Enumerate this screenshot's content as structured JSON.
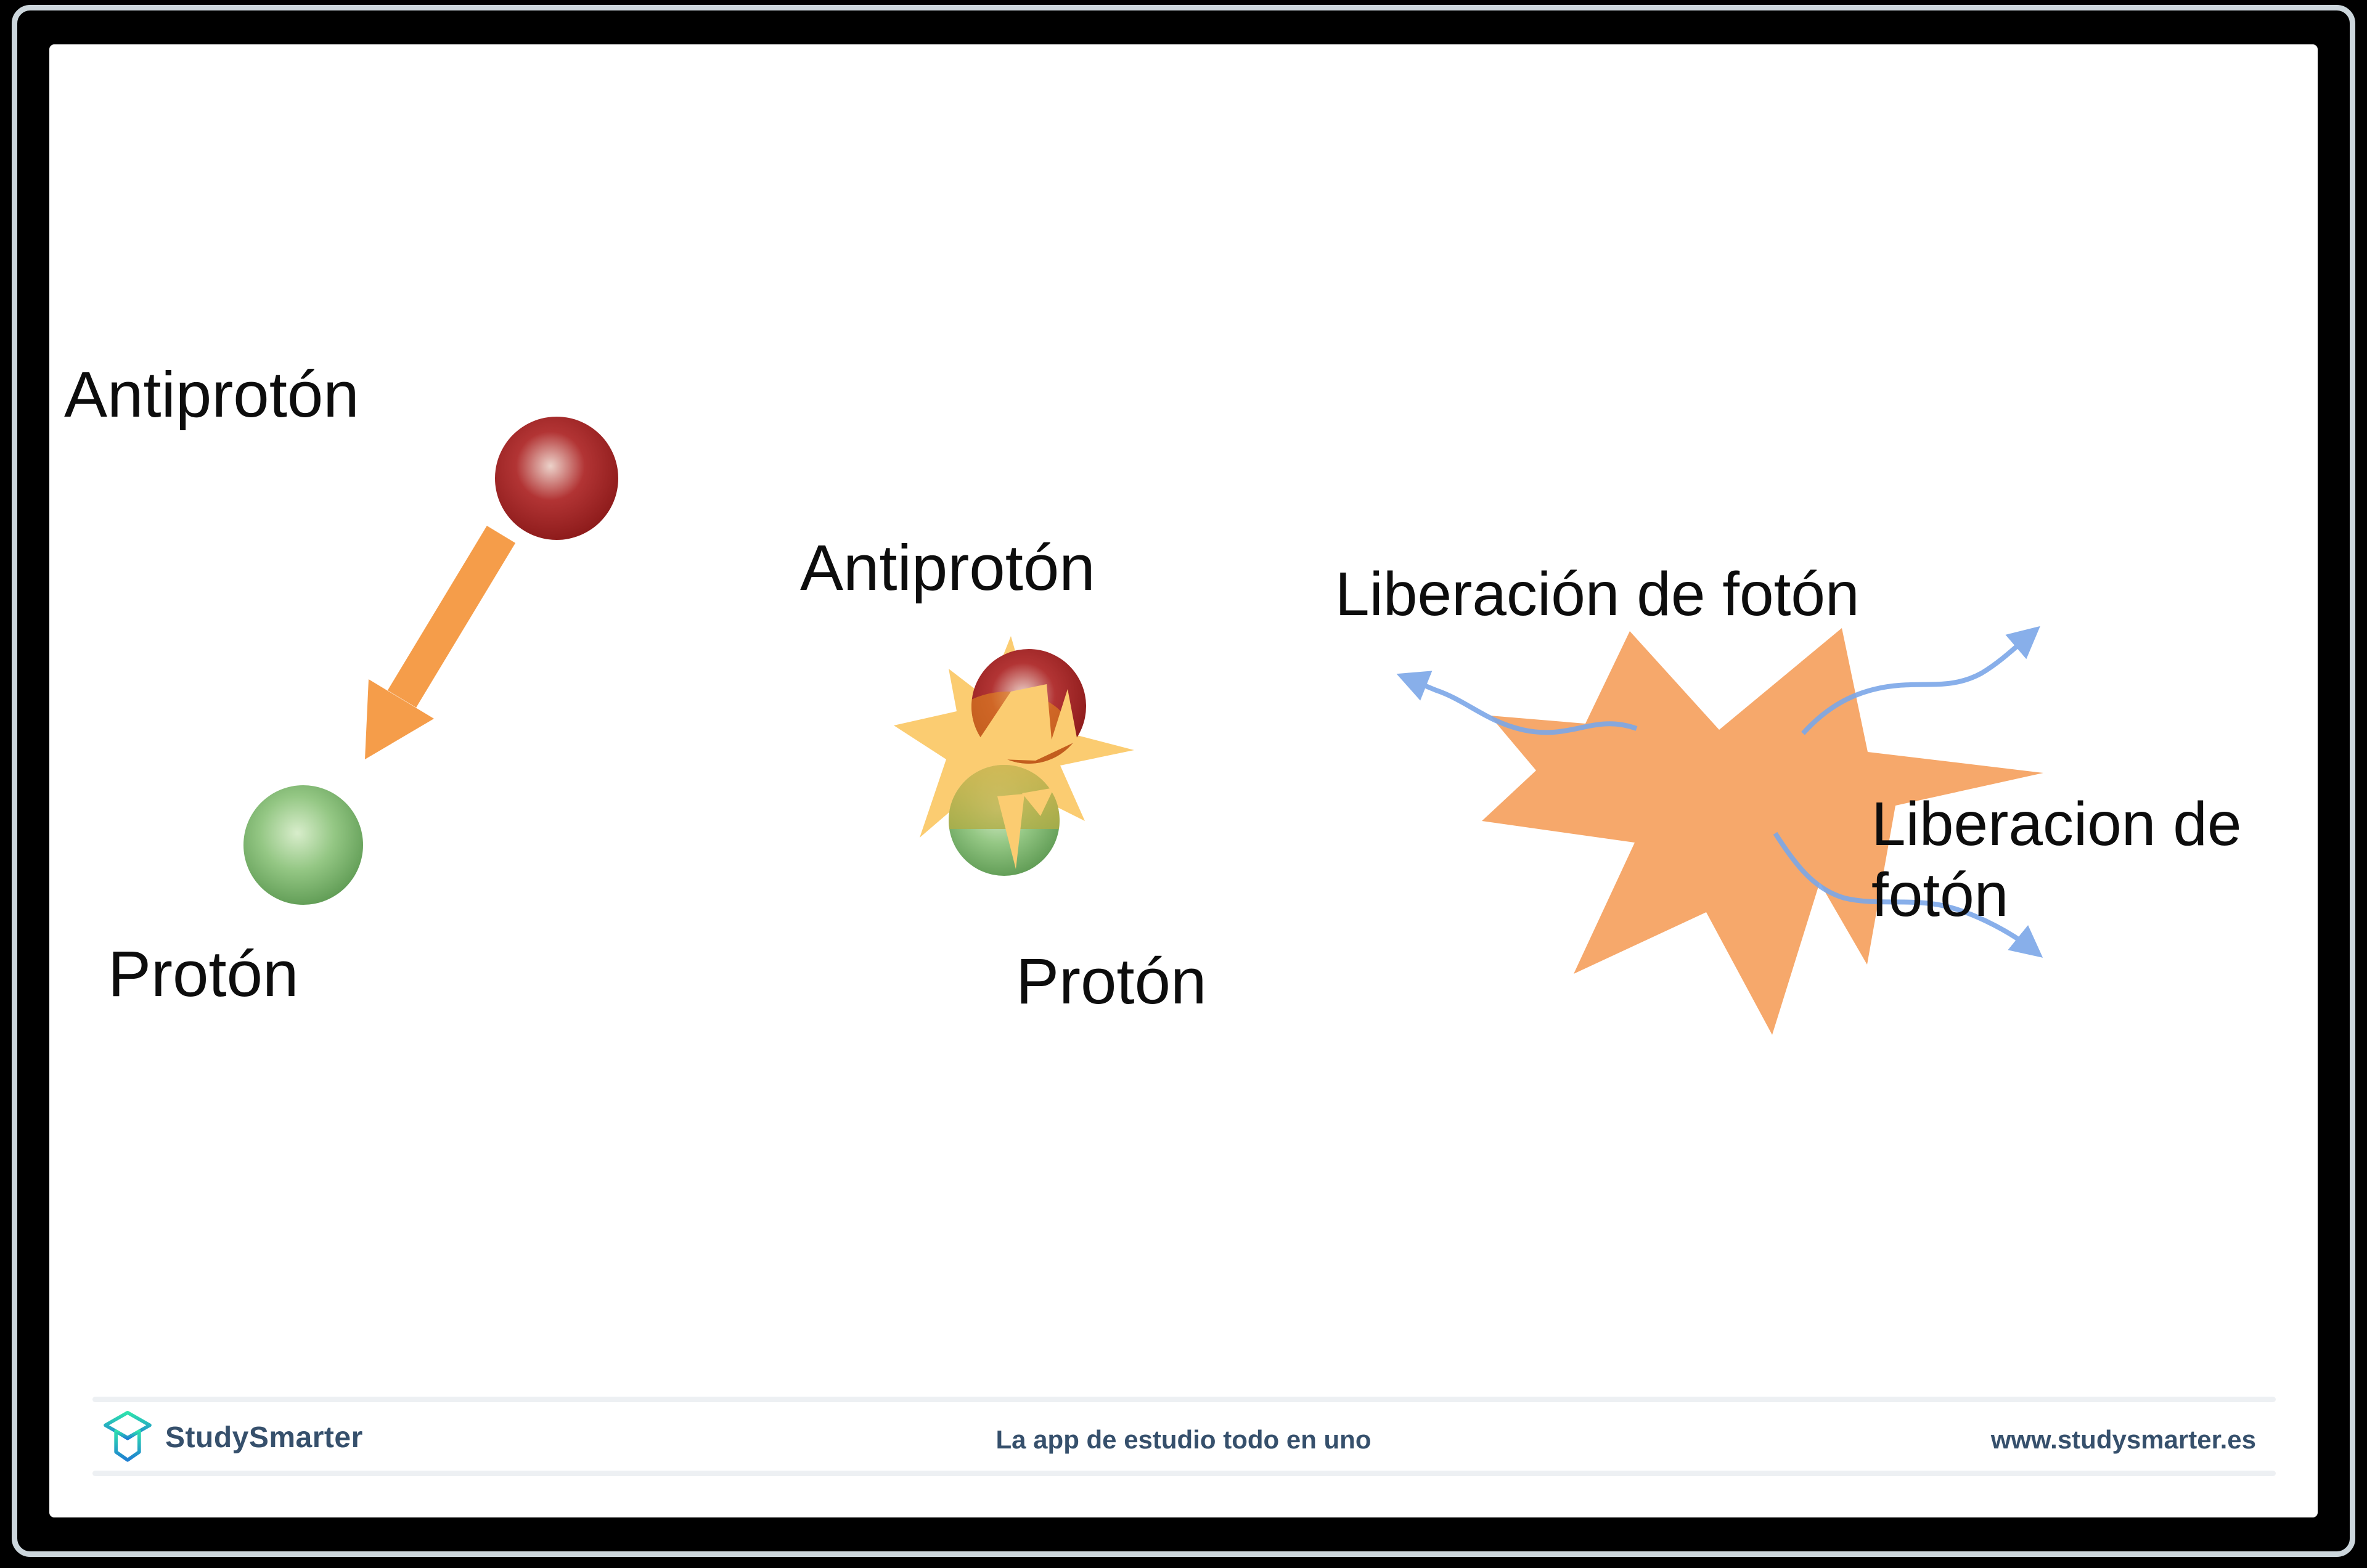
{
  "window": {
    "background": "#000000",
    "frame_color": "#ccd6dc",
    "card_background": "#ffffff"
  },
  "diagram": {
    "left_group": {
      "antiproton_label": "Antiprotón",
      "proton_label": "Protón"
    },
    "middle_group": {
      "antiproton_label": "Antiprotón",
      "proton_label": "Protón"
    },
    "right_group": {
      "top_label": "Liberación de fotón",
      "side_label": "Liberacion de fotón"
    },
    "colors": {
      "antiproton_red": "#9b2222",
      "proton_green": "#6fae60",
      "momentum_arrow_orange": "#f59d4a",
      "collision_star_gold": "#fbcc71",
      "explosion_star_orange": "#f6a86b",
      "photon_arrow_blue": "#7ca7e8",
      "label_text": "#0d0d0d"
    }
  },
  "footer": {
    "brand": "StudySmarter",
    "tagline": "La app de estudio todo en uno",
    "website": "www.studysmarter.es",
    "text_color": "#36506c",
    "divider_color": "#edf0f3",
    "logo_gradient_top": "#2fe3ad",
    "logo_gradient_bottom": "#1e7fd2"
  }
}
